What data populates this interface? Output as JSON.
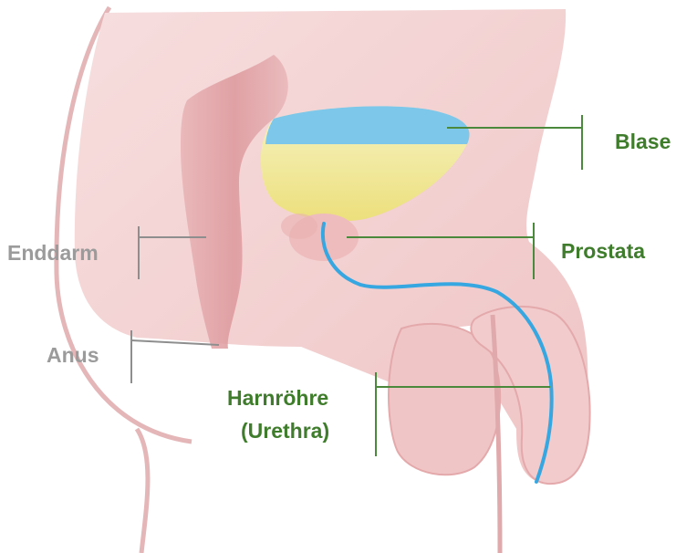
{
  "labels": {
    "blase": "Blase",
    "prostata": "Prostata",
    "enddarm": "Enddarm",
    "anus": "Anus",
    "harnroehre_line1": "Harnröhre",
    "harnroehre_line2": "(Urethra)"
  },
  "colors": {
    "green_label": "#3f7d2c",
    "gray_label": "#9b9b9b",
    "skin": "#f4d3d3",
    "skin_outline": "#d9a3a6",
    "rectum": "#e3a7aa",
    "bladder_urine": "#f3ec9b",
    "bladder_top": "#7cc7ea",
    "prostate": "#ecc0bf",
    "urethra": "#36a7e1"
  }
}
